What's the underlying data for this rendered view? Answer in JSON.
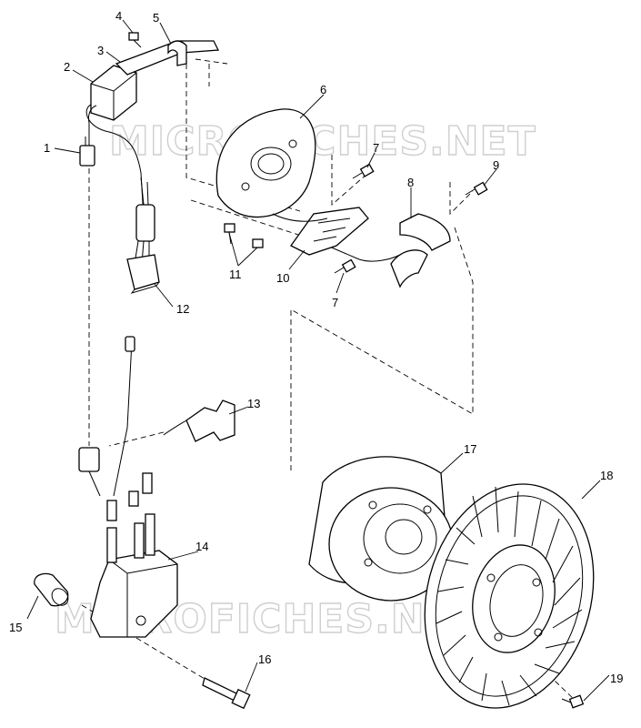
{
  "watermark_top": "MICROFICHES.NET",
  "watermark_bottom": "MICROFICHES.NET",
  "callouts": {
    "c1": "1",
    "c2": "2",
    "c3": "3",
    "c4": "4",
    "c5": "5",
    "c6": "6",
    "c7a": "7",
    "c7b": "7",
    "c8": "8",
    "c9": "9",
    "c10": "10",
    "c11": "11",
    "c12": "12",
    "c13": "13",
    "c14": "14",
    "c15": "15",
    "c16": "16",
    "c17": "17",
    "c18": "18",
    "c19": "19"
  }
}
